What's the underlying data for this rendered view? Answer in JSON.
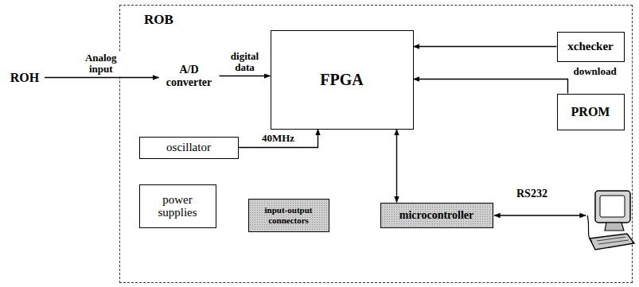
{
  "diagram": {
    "nodes": [
      {
        "text": [
          "ROH"
        ]
      },
      {
        "text": [
          "ROB"
        ]
      },
      {
        "text": [
          "A/D converter"
        ],
        "in": 1
      },
      {
        "text": [
          "FPGA"
        ],
        "in": 1
      },
      {
        "text": [
          "xchecker"
        ],
        "in": 1
      },
      {
        "text": [
          "PROM"
        ],
        "in": 1
      },
      {
        "text": [
          "oscillator"
        ],
        "in": 1
      },
      {
        "text": [
          "power supplies"
        ],
        "in": 1
      },
      {
        "text": [
          "input-output connectors"
        ],
        "in": 1
      },
      {
        "text": [
          "microcontroller"
        ],
        "in": 1
      }
    ],
    "edges": [
      {
        "from": 0,
        "to": 2,
        "label": "Analog input",
        "arrow": "to"
      },
      {
        "from": 2,
        "to": 3,
        "label": "digital data",
        "arrow": "to"
      },
      {
        "from": 4,
        "to": 3,
        "arrow": "to"
      },
      {
        "from": 5,
        "to": 3,
        "label": "download",
        "arrow": "to"
      },
      {
        "from": 6,
        "to": 3,
        "label": "40MHz",
        "arrow": "to"
      },
      {
        "from": 3,
        "to": 9,
        "arrow": "both"
      }
    ],
    "labels": [
      "RS232"
    ]
  }
}
